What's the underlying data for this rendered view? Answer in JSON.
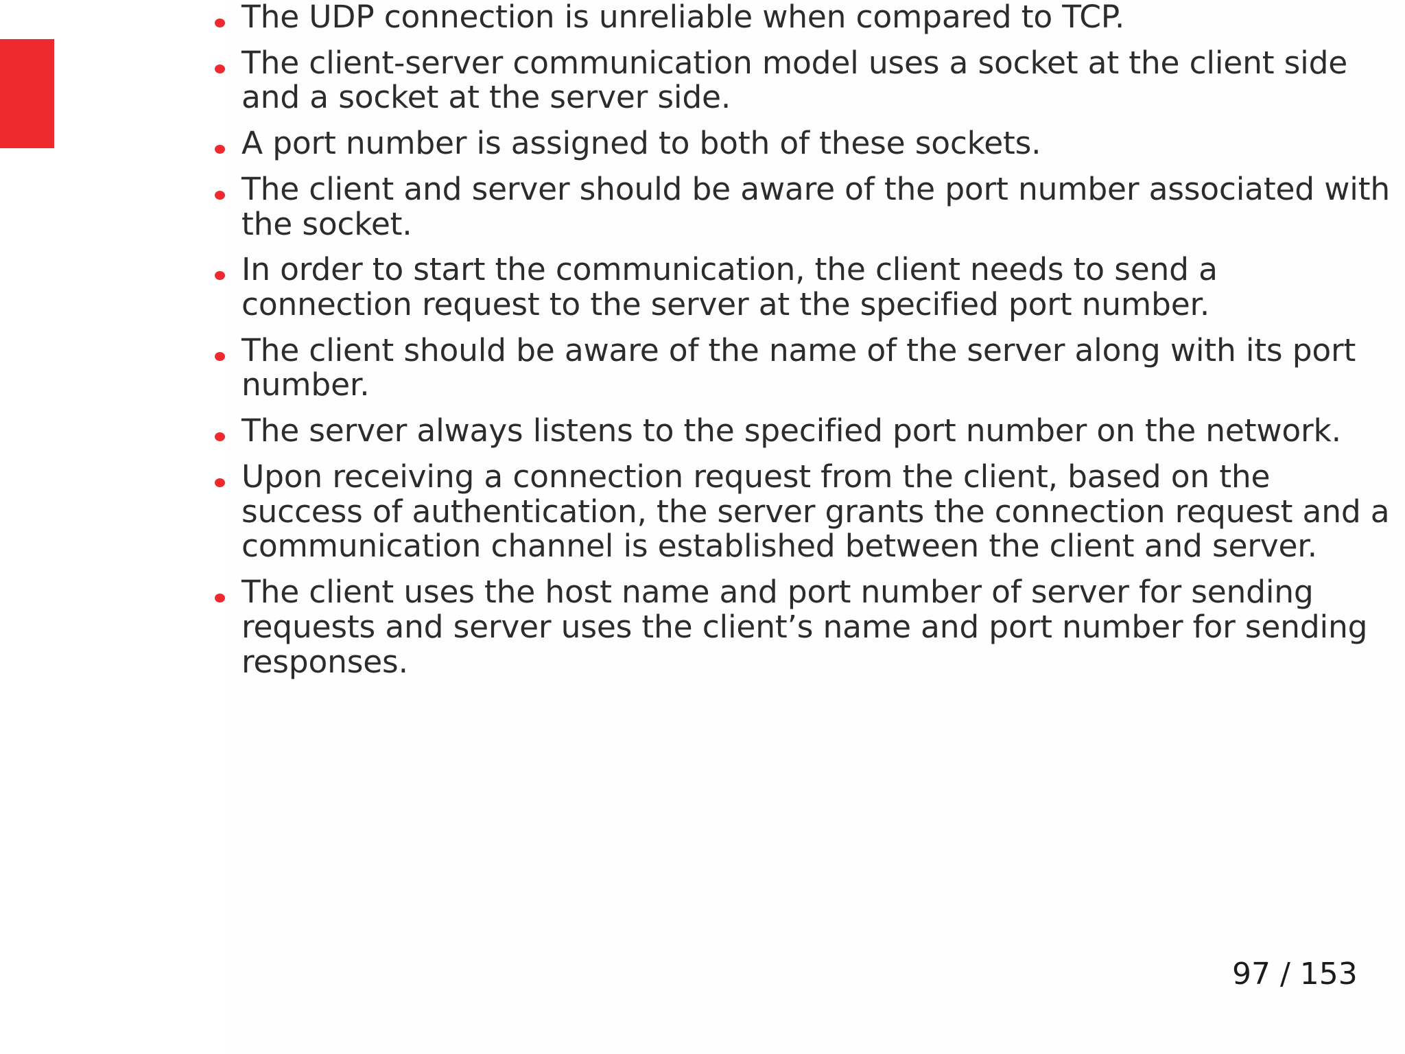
{
  "slide": {
    "background_color": "#ffffff",
    "accent_color": "#ee2a2e",
    "text_color": "#2c2c2e",
    "bullet_color": "#ee2a2e",
    "page_number": "97 / 153",
    "bullets": [
      {
        "id": "udp-unreliable",
        "text": "The UDP connection is unreliable when compared to TCP."
      },
      {
        "id": "client-server-sockets",
        "text": "The client-server communication model uses a socket at the client side and a socket at the server side."
      },
      {
        "id": "port-number-assigned",
        "text": "A port number is assigned to both of these sockets."
      },
      {
        "id": "aware-of-port-number",
        "text": "The client and server should be aware of the port number associated with the socket."
      },
      {
        "id": "connection-request",
        "text": "In order to start the communication, the client needs to send a connection request to the server at the specified port number."
      },
      {
        "id": "client-knows-server-name",
        "text": "The client should be aware of the name of the server along with its port number."
      },
      {
        "id": "server-listens",
        "text": "The server always listens to the specified port number on the network."
      },
      {
        "id": "authentication-grants",
        "text": "Upon receiving a connection request from the client, based on the success of authentication, the server grants the connection request and a communication channel is established between the client and server."
      },
      {
        "id": "host-name-and-port",
        "text": "The client uses the host name and port number of server for sending requests and server uses the client’s name and port number for sending responses."
      }
    ]
  }
}
